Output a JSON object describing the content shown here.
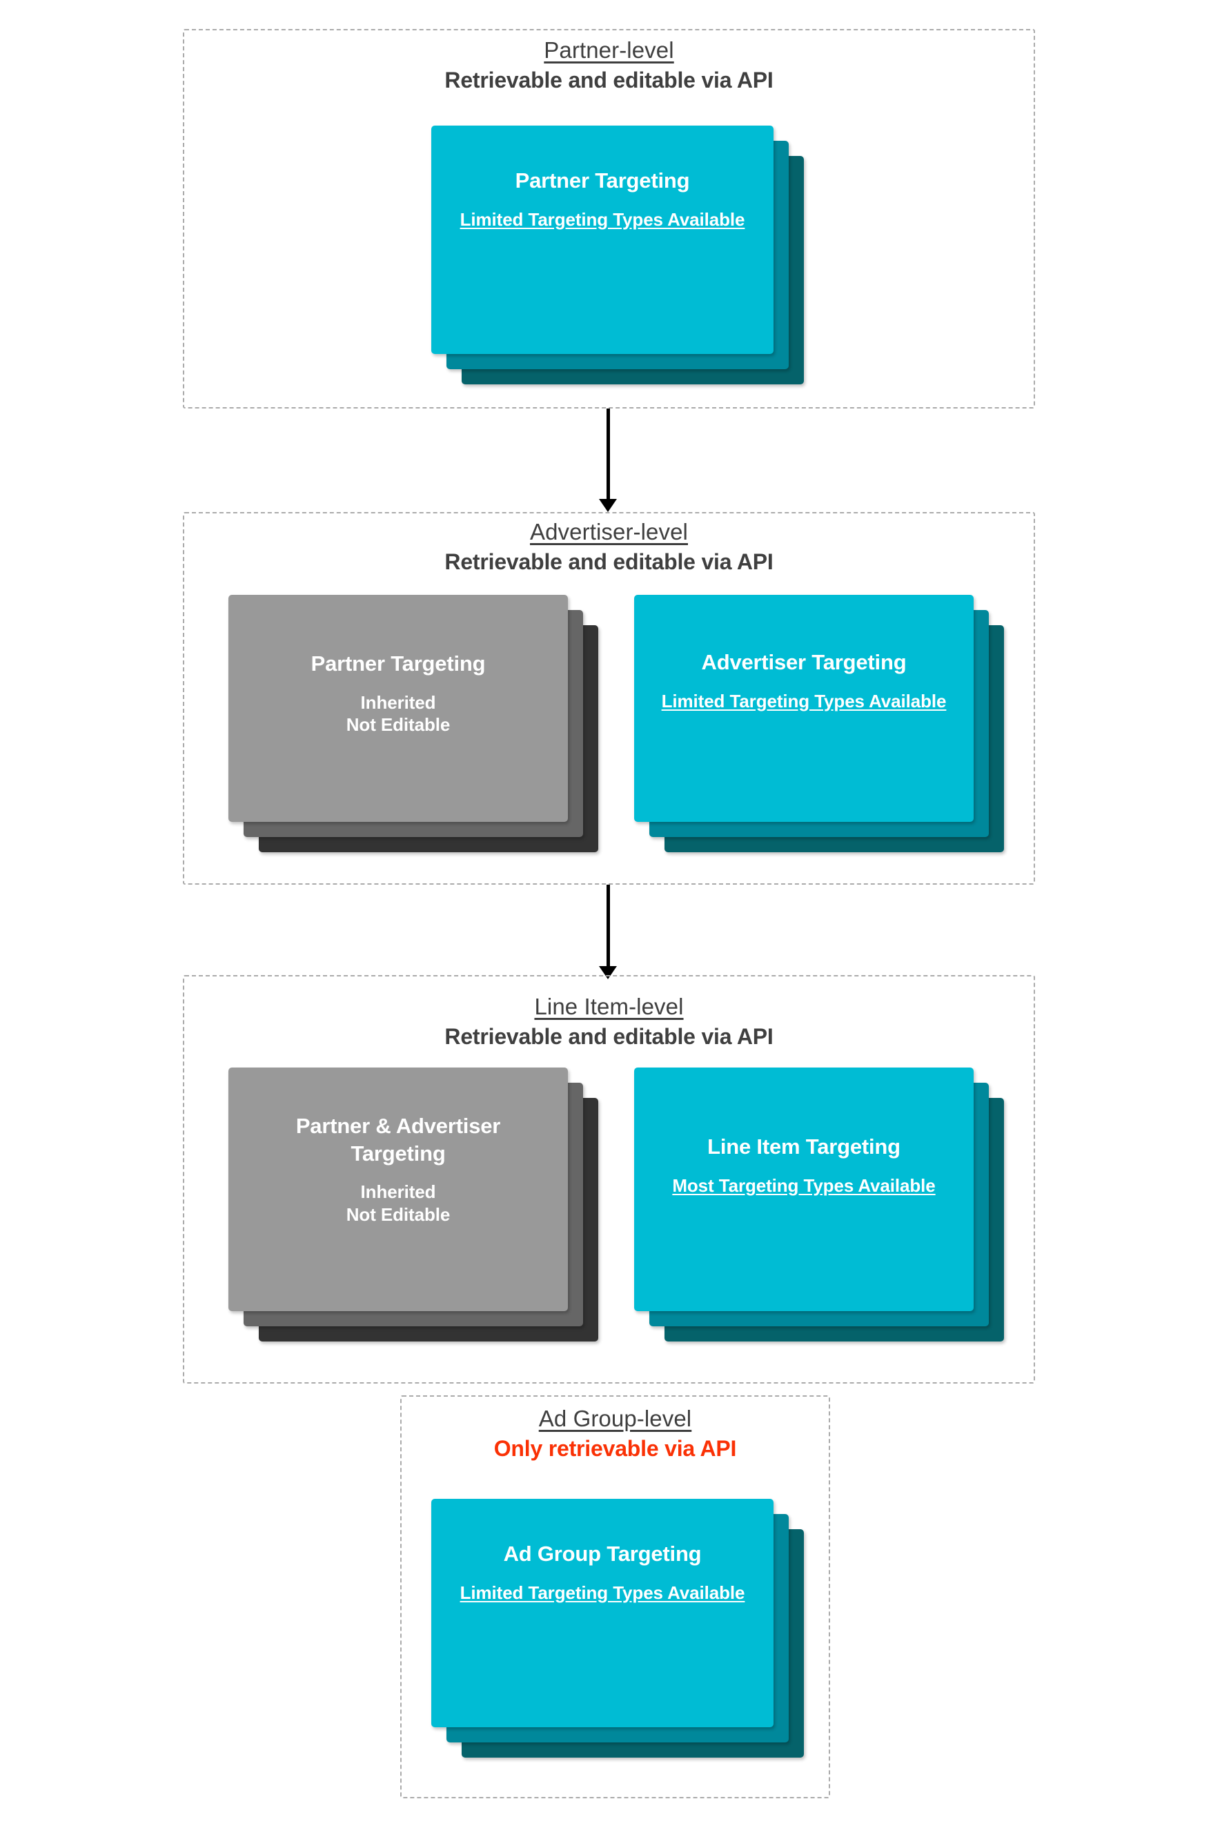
{
  "diagram": {
    "title_semantic": "targeting-inheritance-hierarchy",
    "colors": {
      "card_front": "#00bcd4",
      "card_mid": "#00889b",
      "card_back": "#05626a",
      "card_front_gray": "#999999",
      "card_mid_gray": "#666666",
      "card_back_gray": "#333333",
      "heading_text": "#3f3f3f",
      "alert_text": "#fa3105",
      "dashed_border": "#aaaaaa",
      "arrow": "#000000"
    },
    "levels": [
      {
        "id": "partner-level",
        "title": "Partner-level",
        "subtitle": "Retrievable and editable via API",
        "subtitle_alert": false,
        "cards": [
          {
            "id": "partner-targeting",
            "variant": "cyan",
            "title": "Partner Targeting",
            "note": "Limited Targeting Types Available",
            "note_underlined": true
          }
        ]
      },
      {
        "id": "advertiser-level",
        "title": "Advertiser-level",
        "subtitle": "Retrievable and editable via API",
        "subtitle_alert": false,
        "cards": [
          {
            "id": "partner-targeting-inherited",
            "variant": "gray",
            "title": "Partner Targeting",
            "note": "Inherited\nNot Editable",
            "note_underlined": false
          },
          {
            "id": "advertiser-targeting",
            "variant": "cyan",
            "title": "Advertiser Targeting",
            "note": "Limited Targeting Types Available",
            "note_underlined": true
          }
        ]
      },
      {
        "id": "line-item-level",
        "title": "Line Item-level",
        "subtitle": "Retrievable and editable via API",
        "subtitle_alert": false,
        "cards": [
          {
            "id": "partner-advertiser-targeting-inherited",
            "variant": "gray",
            "title": "Partner & Advertiser Targeting",
            "note": "Inherited\nNot Editable",
            "note_underlined": false
          },
          {
            "id": "line-item-targeting",
            "variant": "cyan",
            "title": "Line Item Targeting",
            "note": "Most Targeting Types Available",
            "note_underlined": true
          }
        ]
      },
      {
        "id": "ad-group-level",
        "title": "Ad Group-level",
        "subtitle": "Only retrievable via API",
        "subtitle_alert": true,
        "cards": [
          {
            "id": "ad-group-targeting",
            "variant": "cyan",
            "title": "Ad Group Targeting",
            "note": "Limited Targeting Types Available",
            "note_underlined": true
          }
        ]
      }
    ],
    "connectors": [
      {
        "id": "partner-to-advertiser",
        "from": "partner-level",
        "to": "advertiser-level"
      },
      {
        "id": "advertiser-to-line-item",
        "from": "advertiser-level",
        "to": "line-item-level"
      }
    ]
  }
}
